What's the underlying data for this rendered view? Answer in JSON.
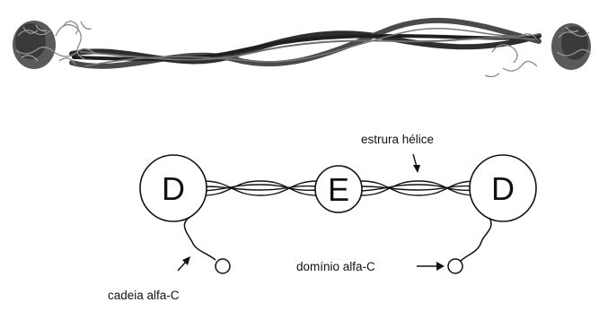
{
  "labels": {
    "helix": "estrura hélice",
    "c_chain": "cadeia alfa-C",
    "c_domain": "domínio alfa-C"
  },
  "nodes": {
    "left": "D",
    "center": "E",
    "right": "D"
  },
  "colors": {
    "ink": "#111111",
    "structure": "#3a3a3a",
    "structure_light": "#8a8a8a",
    "background": "#ffffff"
  }
}
